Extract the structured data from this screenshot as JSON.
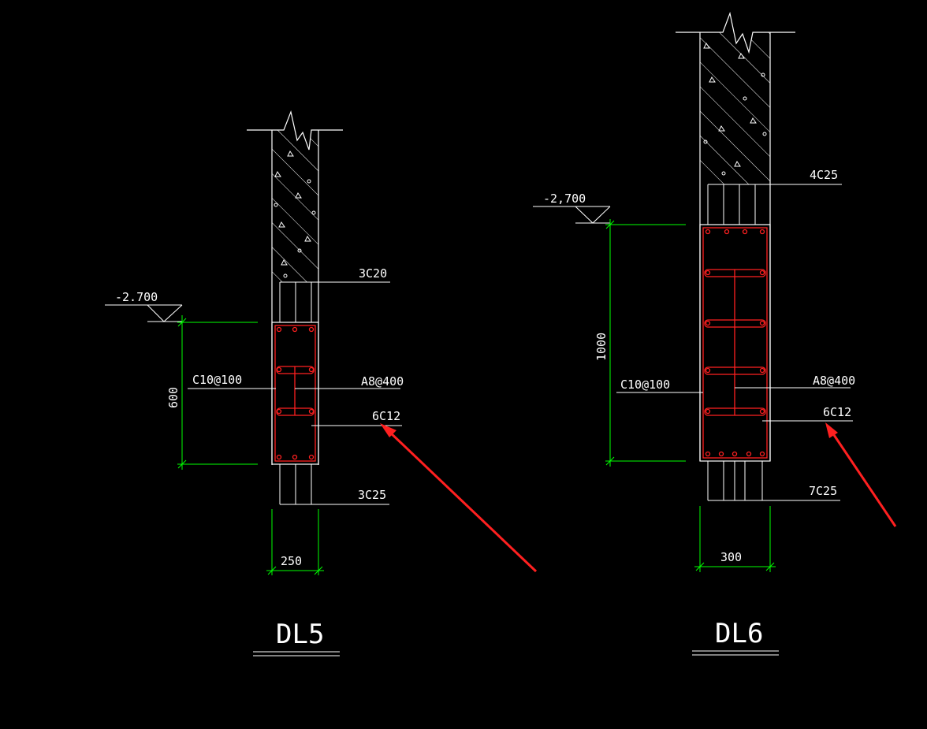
{
  "colors": {
    "background": "#000000",
    "outline": "#ffffff",
    "dimension": "#00ff00",
    "rebar": "#ff2020",
    "arrow": "#ff2020"
  },
  "sections": [
    {
      "id": "DL5",
      "title": "DL5",
      "level": "-2.700",
      "height_dim": "600",
      "width_dim": "250",
      "stirrup": "C10@100",
      "tie": "A8@400",
      "side_bars": "6C12",
      "top_bars": "3C20",
      "bottom_bars": "3C25"
    },
    {
      "id": "DL6",
      "title": "DL6",
      "level": "-2,700",
      "height_dim": "1000",
      "width_dim": "300",
      "stirrup": "C10@100",
      "tie": "A8@400",
      "side_bars": "6C12",
      "top_bars": "4C25",
      "bottom_bars": "7C25"
    }
  ]
}
